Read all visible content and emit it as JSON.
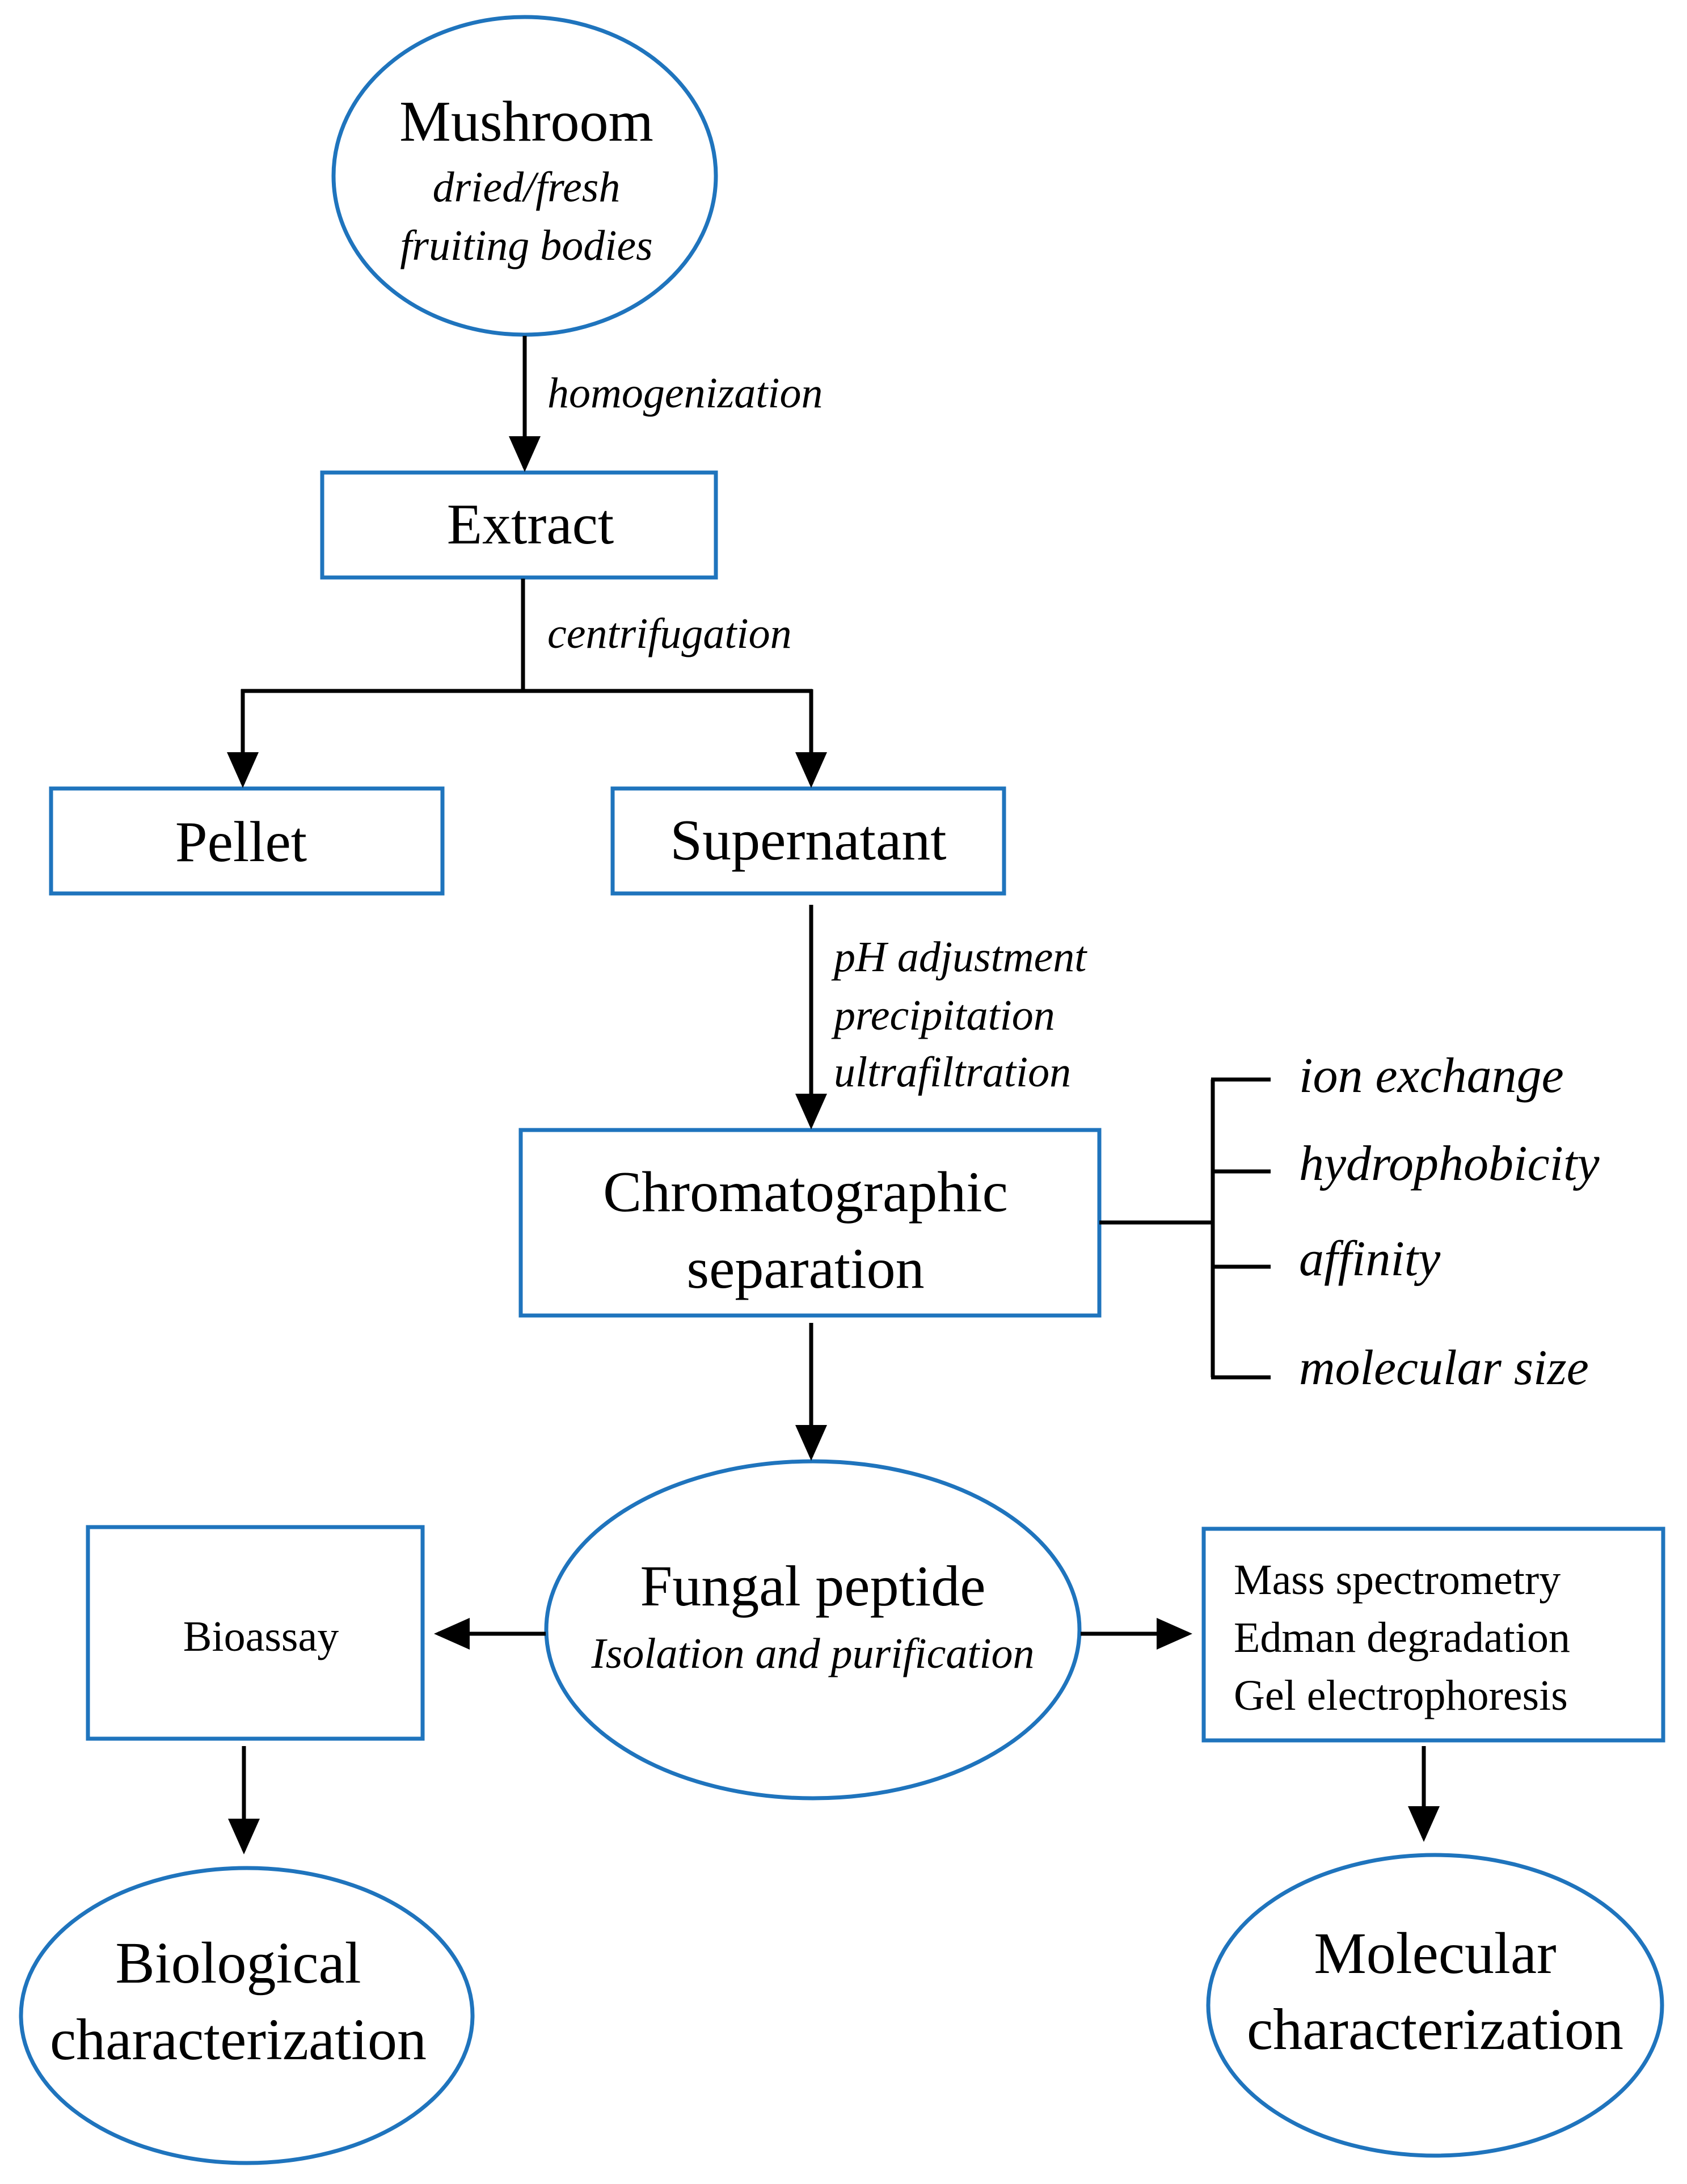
{
  "nodes": {
    "mushroom": {
      "title": "Mushroom",
      "sub1": "dried/fresh",
      "sub2": "fruiting bodies"
    },
    "extract": {
      "title": "Extract"
    },
    "pellet": {
      "title": "Pellet"
    },
    "supernatant": {
      "title": "Supernatant"
    },
    "chromatography": {
      "line1": "Chromatographic",
      "line2": "separation"
    },
    "fungal_peptide": {
      "title": "Fungal peptide",
      "sub": "Isolation and purification"
    },
    "bioassay": {
      "title": "Bioassay"
    },
    "molecular_methods": {
      "line1": "Mass spectrometry",
      "line2": "Edman degradation",
      "line3": "Gel electrophoresis"
    },
    "biological_char": {
      "line1": "Biological",
      "line2": "characterization"
    },
    "molecular_char": {
      "line1": "Molecular",
      "line2": "characterization"
    }
  },
  "edges": {
    "homogenization": "homogenization",
    "centrifugation": "centrifugation",
    "purification_steps": [
      "pH adjustment",
      "precipitation",
      "ultrafiltration"
    ]
  },
  "chromatography_methods": [
    "ion exchange",
    "hydrophobicity",
    "affinity",
    "molecular size"
  ],
  "colors": {
    "node_border": "#1f74bd",
    "arrow": "#000000",
    "text": "#000000"
  }
}
